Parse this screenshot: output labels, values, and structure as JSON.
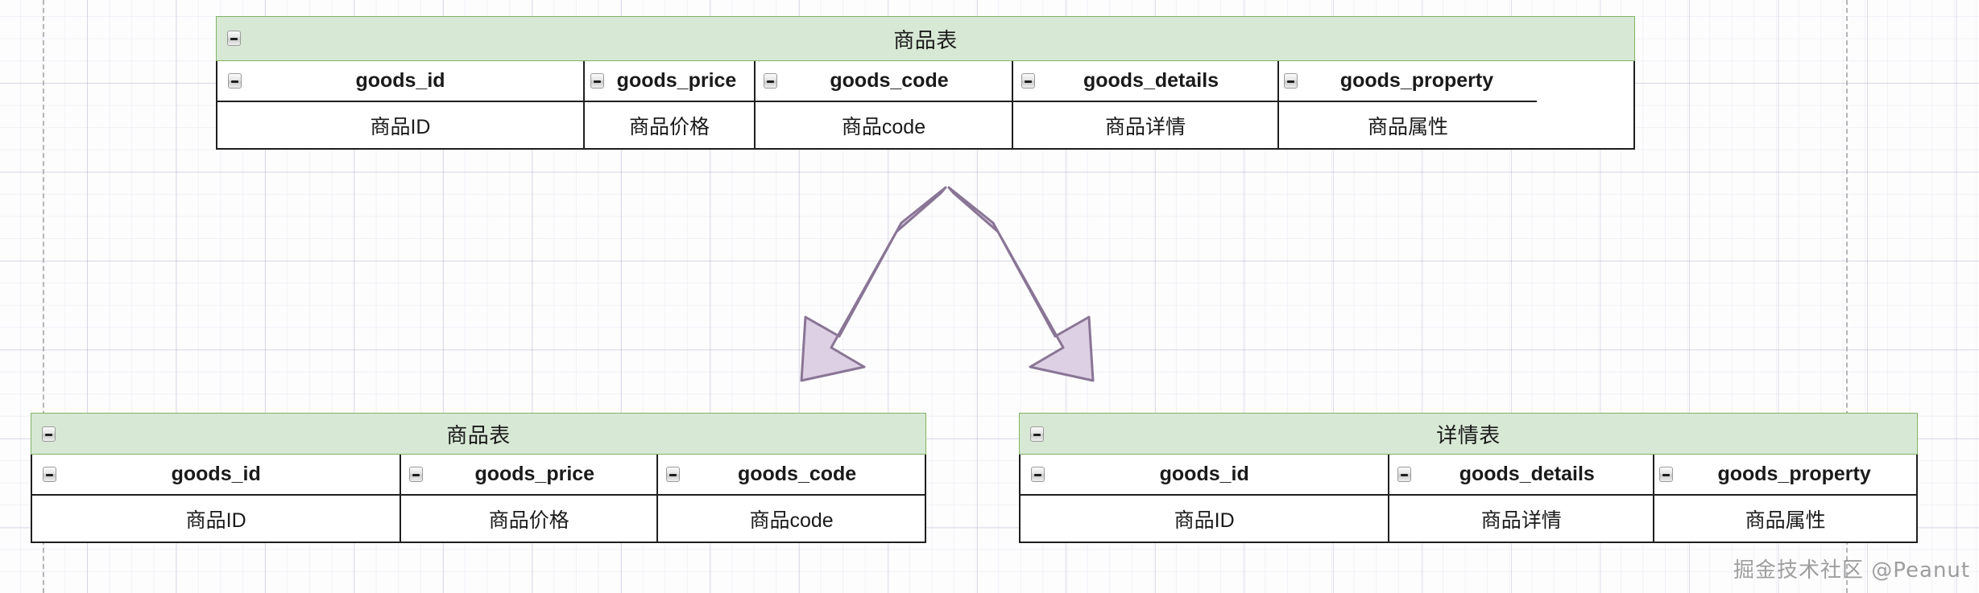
{
  "diagram": {
    "kind": "er-table-split-diagram",
    "background": {
      "grid_minor_color": "#eeeef6",
      "grid_major_color": "#c9c9e4",
      "page_break_color": "#b5b5b5",
      "canvas_color": "#fdfdfe"
    },
    "colors": {
      "header_fill": "#d7e8d4",
      "header_stroke": "#82b366",
      "table_stroke": "#1f1f1f",
      "arrow_fill": "#ded0e4",
      "arrow_stroke": "#8a7595"
    },
    "tables": [
      {
        "id": "source-goods-table",
        "title": "商品表",
        "columns": [
          {
            "name": "goods_id",
            "value": "商品ID"
          },
          {
            "name": "goods_price",
            "value": "商品价格"
          },
          {
            "name": "goods_code",
            "value": "商品code"
          },
          {
            "name": "goods_details",
            "value": "商品详情"
          },
          {
            "name": "goods_property",
            "value": "商品属性"
          }
        ]
      },
      {
        "id": "result-goods-table",
        "title": "商品表",
        "columns": [
          {
            "name": "goods_id",
            "value": "商品ID"
          },
          {
            "name": "goods_price",
            "value": "商品价格"
          },
          {
            "name": "goods_code",
            "value": "商品code"
          }
        ]
      },
      {
        "id": "result-details-table",
        "title": "详情表",
        "columns": [
          {
            "name": "goods_id",
            "value": "商品ID"
          },
          {
            "name": "goods_details",
            "value": "商品详情"
          },
          {
            "name": "goods_property",
            "value": "商品属性"
          }
        ]
      }
    ],
    "arrows": [
      {
        "id": "arrow-split-left",
        "direction": "down-left"
      },
      {
        "id": "arrow-split-right",
        "direction": "down-right"
      }
    ],
    "icons": {
      "collapse": "minus-box-icon"
    },
    "watermark": "掘金技术社区 @Peanut"
  }
}
